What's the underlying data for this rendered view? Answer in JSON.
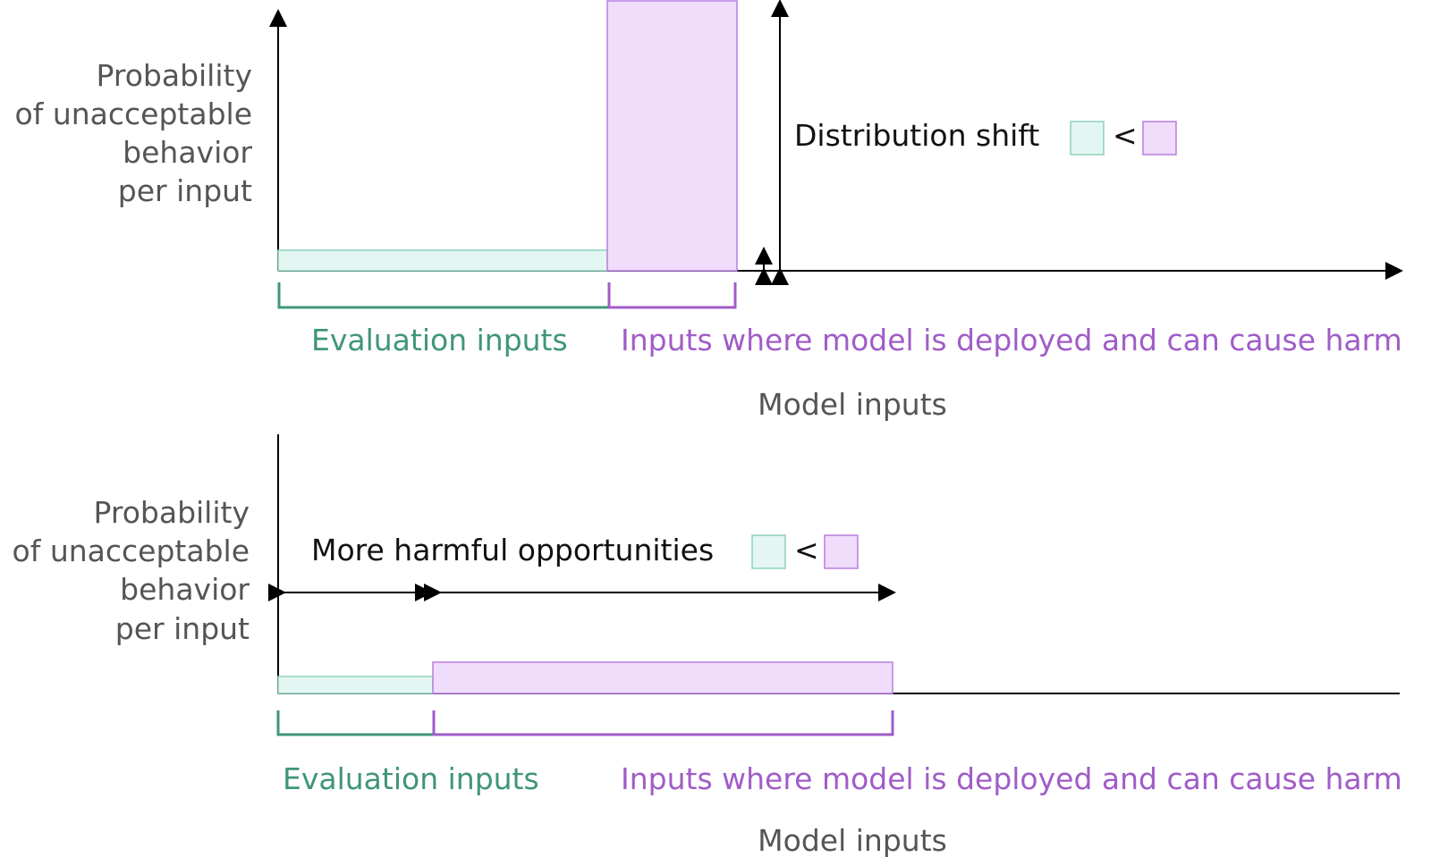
{
  "colors": {
    "evaluation_fill": "#e3f6f2",
    "evaluation_stroke": "#8fd1bf",
    "evaluation_text": "#3f957a",
    "deployment_fill": "#f0dcfb",
    "deployment_stroke": "#b77ee0",
    "deployment_text": "#a05cc8",
    "axis_label_text": "#555555",
    "annotation_text": "#111111"
  },
  "top_panel": {
    "y_axis_label": [
      "Probability",
      "of unacceptable",
      "behavior",
      "per input"
    ],
    "x_axis_label": "Model inputs",
    "evaluation_label": "Evaluation inputs",
    "deployment_label": "Inputs where model is deployed and can cause harm",
    "annotation_text": "Distribution shift",
    "comparison_symbol": "<"
  },
  "bottom_panel": {
    "y_axis_label": [
      "Probability",
      "of unacceptable",
      "behavior",
      "per input"
    ],
    "x_axis_label": "Model inputs",
    "evaluation_label": "Evaluation inputs",
    "deployment_label": "Inputs where model is deployed and can cause harm",
    "annotation_text": "More harmful opportunities",
    "comparison_symbol": "<"
  },
  "icons": {
    "evaluation_swatch": "evaluation-color-swatch-icon",
    "deployment_swatch": "deployment-color-swatch-icon",
    "double_arrow": "double-arrow-icon"
  }
}
